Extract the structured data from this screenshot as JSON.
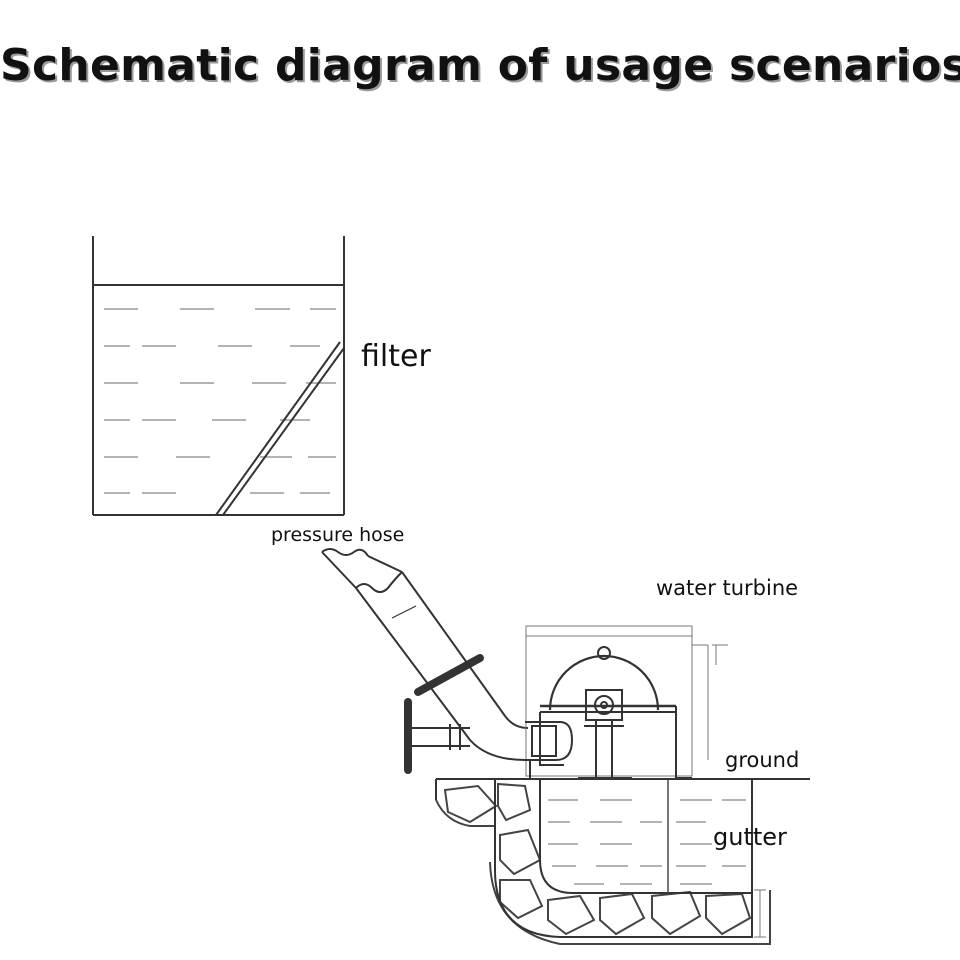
{
  "title": "Schematic diagram of usage scenarios",
  "labels": {
    "filter": "filter",
    "pressure_hose": "pressure hose",
    "water_turbine": "water turbine",
    "ground": "ground",
    "gutter": "gutter"
  }
}
